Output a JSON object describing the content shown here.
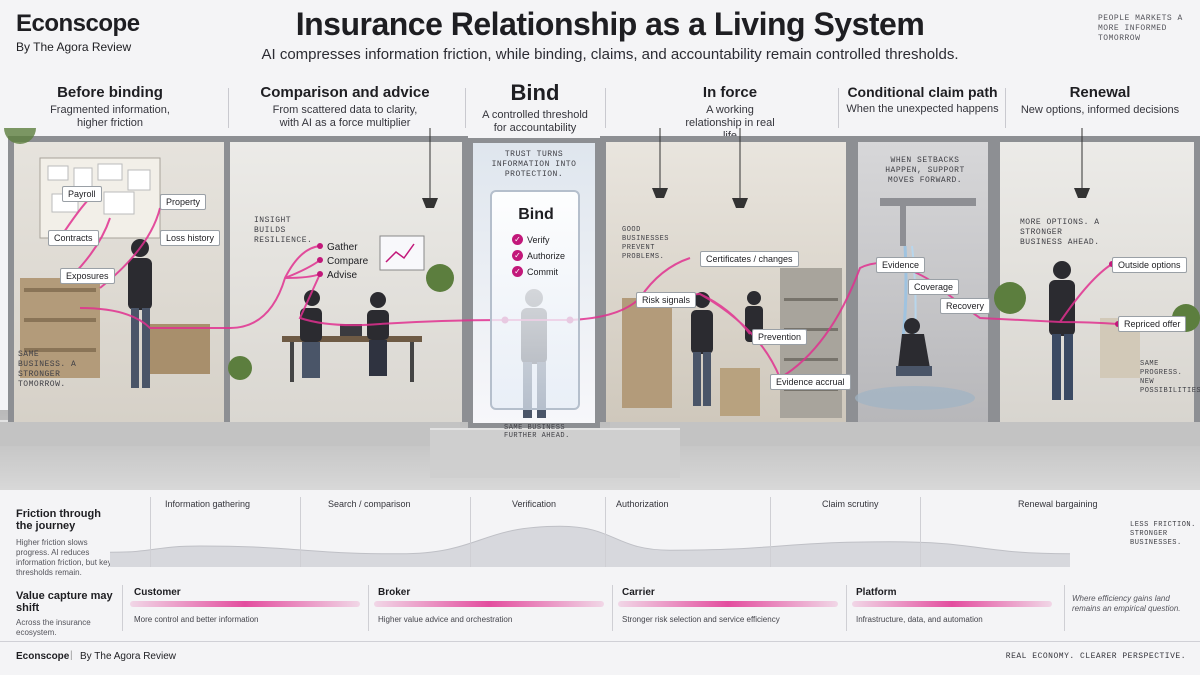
{
  "header": {
    "brand": "Econscope",
    "brand_sub": "By The Agora Review",
    "title": "Insurance Relationship as a Living System",
    "subtitle": "AI compresses information friction, while binding, claims, and accountability remain controlled thresholds.",
    "tagline": "PEOPLE MARKETS A MORE INFORMED TOMORROW"
  },
  "stages": [
    {
      "title": "Before binding",
      "desc": "Fragmented information, higher friction"
    },
    {
      "title": "Comparison and advice",
      "desc": "From scattered data to clarity, with AI as a force multiplier"
    },
    {
      "title": "Bind",
      "desc": "A controlled threshold for accountability"
    },
    {
      "title": "In force",
      "desc": "A working relationship in real life"
    },
    {
      "title": "Conditional claim path",
      "desc": "When the unexpected happens"
    },
    {
      "title": "Renewal",
      "desc": "New options, informed decisions"
    }
  ],
  "scene": {
    "before": {
      "labels": [
        "Payroll",
        "Property",
        "Contracts",
        "Loss history",
        "Exposures"
      ],
      "note": "SAME BUSINESS. A STRONGER TOMORROW."
    },
    "comparison": {
      "note": "INSIGHT BUILDS RESILIENCE.",
      "labels": [
        "Gather",
        "Compare",
        "Advise"
      ]
    },
    "bind": {
      "top_note": "TRUST TURNS INFORMATION INTO PROTECTION.",
      "card_title": "Bind",
      "steps": [
        "Verify",
        "Authorize",
        "Commit"
      ],
      "floor_note": "SAME BUSINESS FURTHER AHEAD."
    },
    "in_force": {
      "note": "GOOD BUSINESSES PREVENT PROBLEMS.",
      "labels": [
        "Certificates / changes",
        "Risk signals",
        "Prevention",
        "Evidence accrual"
      ]
    },
    "claim": {
      "note": "WHEN SETBACKS HAPPEN, SUPPORT MOVES FORWARD.",
      "labels": [
        "Evidence",
        "Coverage",
        "Recovery"
      ]
    },
    "renewal": {
      "note": "MORE OPTIONS. A STRONGER BUSINESS AHEAD.",
      "labels": [
        "Outside options",
        "Repriced offer"
      ],
      "side_note": "SAME PROGRESS. NEW POSSIBILITIES."
    }
  },
  "friction": {
    "title": "Friction through the journey",
    "desc": "Higher friction slows progress. AI reduces information friction, but key thresholds remain.",
    "stages": [
      "Information gathering",
      "Search / comparison",
      "Verification",
      "Authorization",
      "Claim scrutiny",
      "Renewal bargaining"
    ],
    "levels": [
      0.35,
      0.22,
      0.68,
      0.28,
      0.42,
      0.22
    ],
    "end_note": "LESS FRICTION. STRONGER BUSINESSES."
  },
  "value": {
    "title": "Value capture may shift",
    "desc": "Across the insurance ecosystem.",
    "actors": [
      {
        "name": "Customer",
        "desc": "More control and better information"
      },
      {
        "name": "Broker",
        "desc": "Higher value advice and orchestration"
      },
      {
        "name": "Carrier",
        "desc": "Stronger risk selection and service efficiency"
      },
      {
        "name": "Platform",
        "desc": "Infrastructure, data, and automation"
      }
    ],
    "end_note": "Where efficiency gains land remains an empirical question."
  },
  "footer": {
    "brand": "Econscope",
    "sub": "By The Agora Review",
    "right": "REAL ECONOMY. CLEARER PERSPECTIVE."
  },
  "colors": {
    "accent": "#e0308f",
    "accent_dark": "#c2187a",
    "curve": "#d7d8dd"
  }
}
